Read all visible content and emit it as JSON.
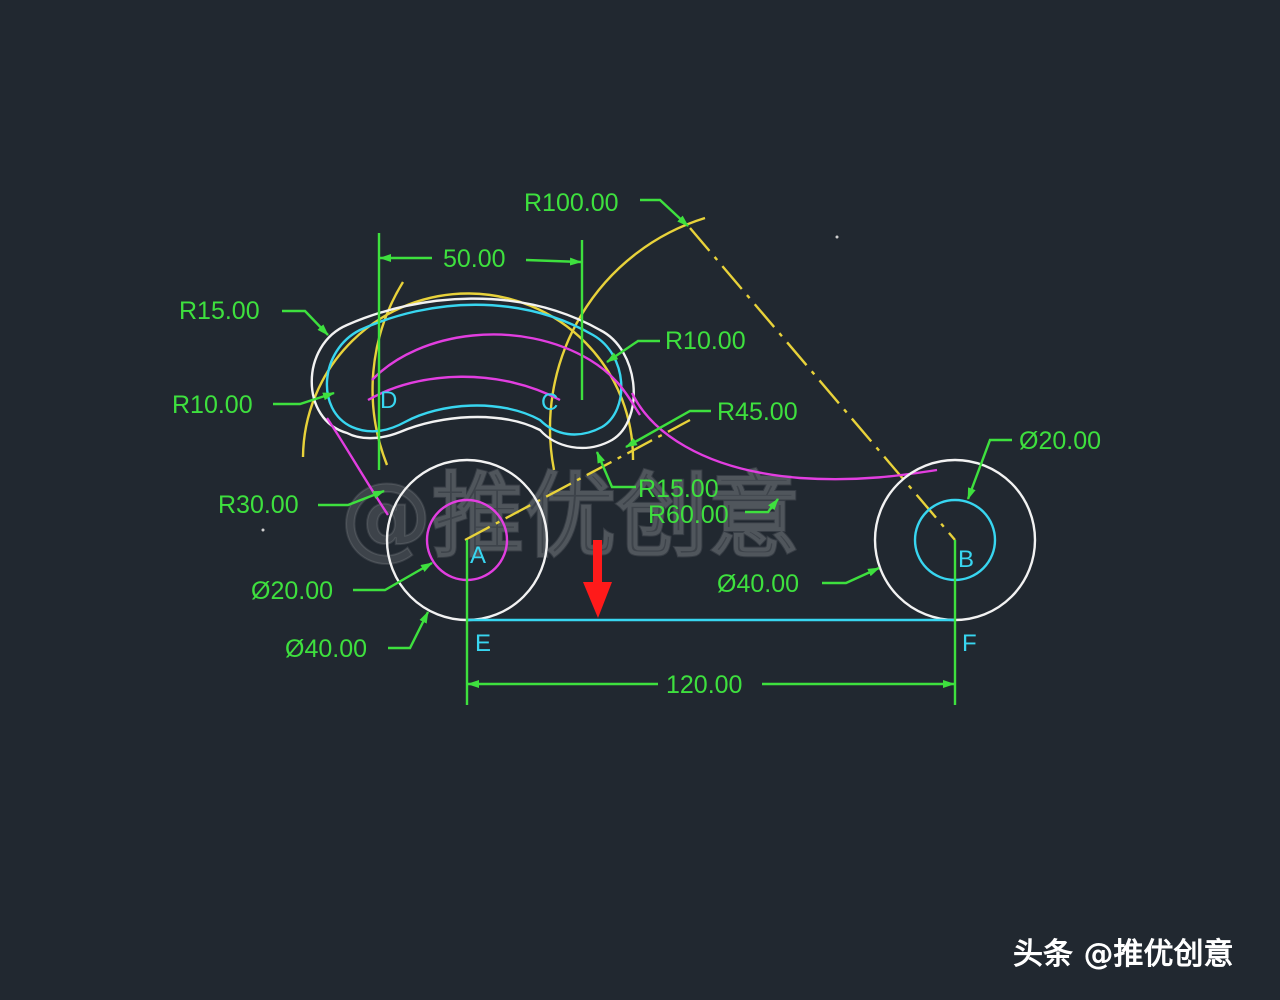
{
  "colors": {
    "background": "#212830",
    "dimension": "#3ee03e",
    "outline": "#f2f2f2",
    "cyan": "#38d6f0",
    "magenta": "#e23ee0",
    "yellow": "#e8d23a",
    "marker": "#ff1a1a"
  },
  "dimensions": {
    "width_50": "50.00",
    "width_120": "120.00",
    "r100": "R100.00",
    "r15_top": "R15.00",
    "r10_left": "R10.00",
    "r10_right": "R10.00",
    "r45": "R45.00",
    "r30": "R30.00",
    "r15_mid": "R15.00",
    "r60": "R60.00",
    "dia20_left": "Ø20.00",
    "dia40_left": "Ø40.00",
    "dia20_right": "Ø20.00",
    "dia40_right": "Ø40.00"
  },
  "points": {
    "a": "A",
    "b": "B",
    "c": "C",
    "d": "D",
    "e": "E",
    "f": "F"
  },
  "watermark": "@推优创意",
  "credit": "头条 @推优创意",
  "icons": {
    "marker": "red-down-arrow-icon"
  }
}
